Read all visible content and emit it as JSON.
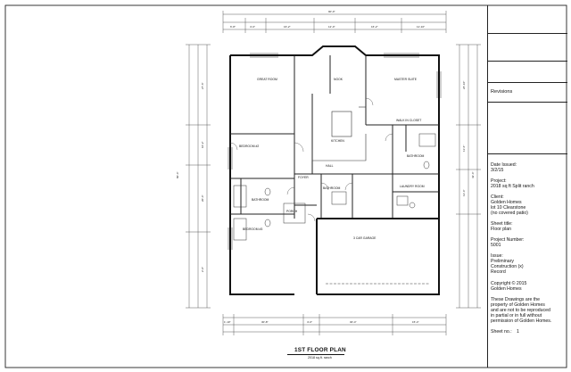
{
  "drawing": {
    "title": "1ST FLOOR PLAN",
    "subtitle": "2018 sq.ft. ranch",
    "overall_width": "90'-0\"",
    "overall_depth": "80'-4\"",
    "rooms": [
      {
        "key": "great_room",
        "label": "GREAT ROOM"
      },
      {
        "key": "nook",
        "label": "NOOK"
      },
      {
        "key": "master_suite",
        "label": "MASTER SUITE"
      },
      {
        "key": "kitchen",
        "label": "KITCHEN"
      },
      {
        "key": "walk_in_closet",
        "label": "WALK IN CLOSET"
      },
      {
        "key": "bedroom_2",
        "label": "BEDROOM #2"
      },
      {
        "key": "bedroom_3",
        "label": "BEDROOM #3"
      },
      {
        "key": "bathroom_1",
        "label": "BATHROOM"
      },
      {
        "key": "bathroom_2",
        "label": "BATHROOM"
      },
      {
        "key": "master_bath",
        "label": "BATHROOM"
      },
      {
        "key": "laundry",
        "label": "LAUNDRY ROOM"
      },
      {
        "key": "foyer",
        "label": "FOYER"
      },
      {
        "key": "hall",
        "label": "HALL"
      },
      {
        "key": "porch",
        "label": "PORCH"
      },
      {
        "key": "garage",
        "label": "3 CAR GARAGE"
      }
    ],
    "dimensions": {
      "top": [
        "6'-8\"",
        "4'-0\"",
        "16'-2\"",
        "12'-0\"",
        "16'-2\"",
        "11'-10\""
      ],
      "bottom": [
        "1'-10\"",
        "30'-8\"",
        "4'-0\"",
        "30'-4\"",
        "15'-4\""
      ],
      "left": [
        "27'-6\"",
        "10'-2\"",
        "20'-4\"",
        "2'-0\""
      ],
      "right": [
        "26'-10\"",
        "11'-6\"",
        "12'-4\"",
        "42'-4\""
      ]
    }
  },
  "title_block": {
    "revisions_label": "Revisions",
    "date_issued_label": "Date Issued:",
    "date_issued": "3/2/15",
    "project_label": "Project:",
    "project": "2018 sq ft Split ranch",
    "client_label": "Client:",
    "client_1": "Golden Homes",
    "client_2": "lot 10 Clearstone",
    "client_3": "(no covered patio)",
    "sheet_title_label": "Sheet title:",
    "sheet_title": "Floor plan",
    "project_number_label": "Project Number:",
    "project_number": "5001",
    "issue_label": "Issue:",
    "issue_1": "Preliminary",
    "issue_2": "Construction (x)",
    "issue_3": "Record",
    "copyright_1": "Copyright © 2015",
    "copyright_2": "Golden Homes",
    "notice_1": "These Drawings are the",
    "notice_2": "property of Golden Homes",
    "notice_3": "and are not to be reproduced",
    "notice_4": "in partial or in full without",
    "notice_5": "permission of Golden Homes.",
    "sheet_no_label": "Sheet no.:",
    "sheet_no": "1"
  }
}
